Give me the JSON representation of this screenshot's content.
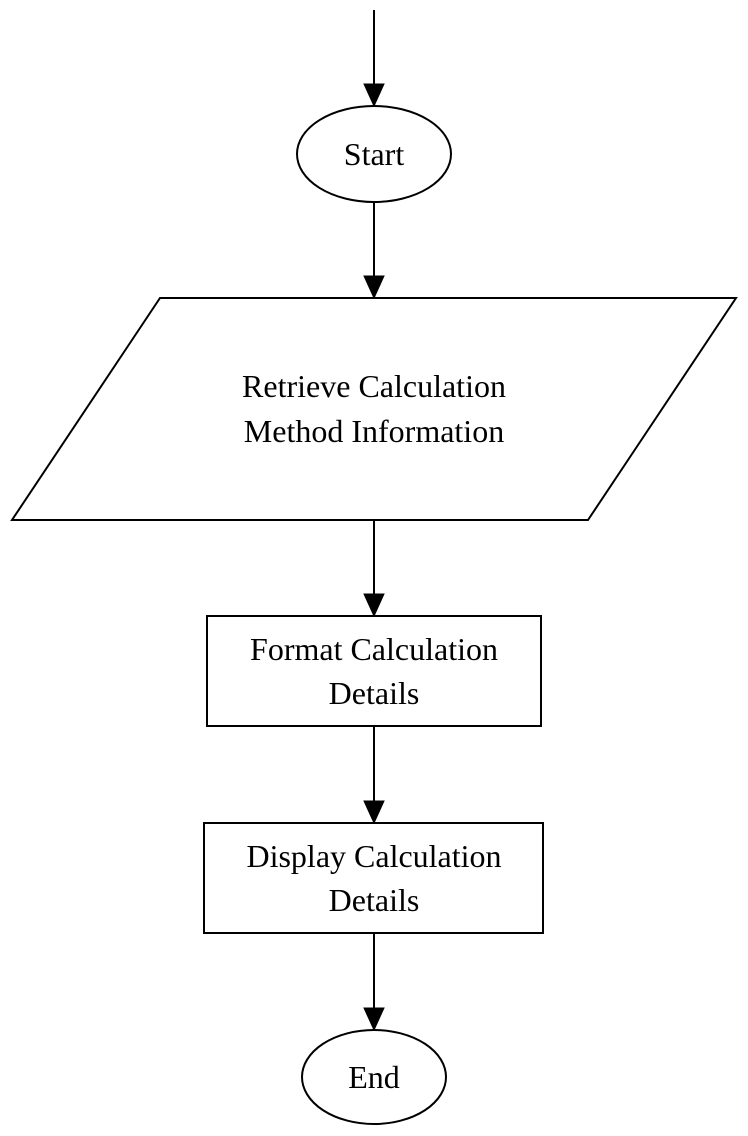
{
  "diagram": {
    "type": "flowchart",
    "nodes": [
      {
        "id": "start",
        "shape": "ellipse",
        "lines": [
          "Start"
        ]
      },
      {
        "id": "retrieve",
        "shape": "parallelogram",
        "lines": [
          "Retrieve Calculation",
          "Method Information"
        ]
      },
      {
        "id": "format",
        "shape": "rectangle",
        "lines": [
          "Format Calculation",
          "Details"
        ]
      },
      {
        "id": "display",
        "shape": "rectangle",
        "lines": [
          "Display Calculation",
          "Details"
        ]
      },
      {
        "id": "end",
        "shape": "ellipse",
        "lines": [
          "End"
        ]
      }
    ],
    "edges": [
      {
        "from": null,
        "to": "start"
      },
      {
        "from": "start",
        "to": "retrieve"
      },
      {
        "from": "retrieve",
        "to": "format"
      },
      {
        "from": "format",
        "to": "display"
      },
      {
        "from": "display",
        "to": "end"
      }
    ],
    "colors": {
      "stroke": "#000000",
      "fill": "#ffffff",
      "text": "#000000"
    }
  }
}
